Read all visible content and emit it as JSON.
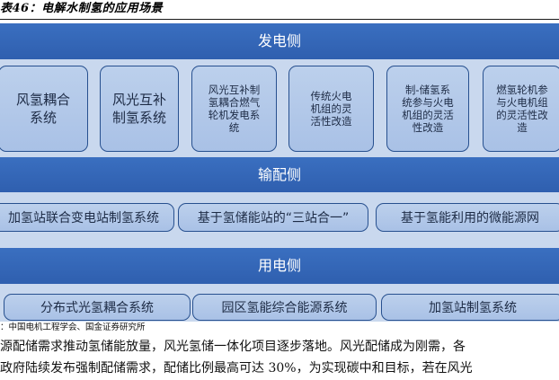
{
  "caption": "表46：电解水制氢的应用场景",
  "sections": [
    {
      "title": "发电侧",
      "items": [
        "风氢耦合\n系统",
        "风光互补\n制氢系统",
        "风光互补制\n氢耦合燃气\n轮机发电系\n统",
        "传统火电\n机组的灵\n活性改造",
        "制-储氢系\n统参与火电\n机组的灵活\n性改造",
        "燃氢轮机参\n与火电机组\n的灵活性改\n造"
      ]
    },
    {
      "title": "输配侧",
      "items": [
        "加氢站联合变电站制氢系统",
        "基于氢储能站的“三站合一”",
        "基于氢能利用的微能源网"
      ]
    },
    {
      "title": "用电侧",
      "items": [
        "分布式光氢耦合系统",
        "园区氢能综合能源系统",
        "加氢站制氢系统"
      ]
    }
  ],
  "source": "：中国电机工程学会、国金证券研究所",
  "paragraph": [
    "源配储需求推动氢储能放量，风光氢储一体化项目逐步落地。风光配储成为刚需，各",
    "政府陆续发布强制配储需求，配储比例最高可达 30%，为实现碳中和目标，若在风光"
  ],
  "colors": {
    "band": "#2f5faf",
    "panel": "#c9d8ee",
    "box": "#b1c7e8",
    "box_border": "#27508f"
  }
}
